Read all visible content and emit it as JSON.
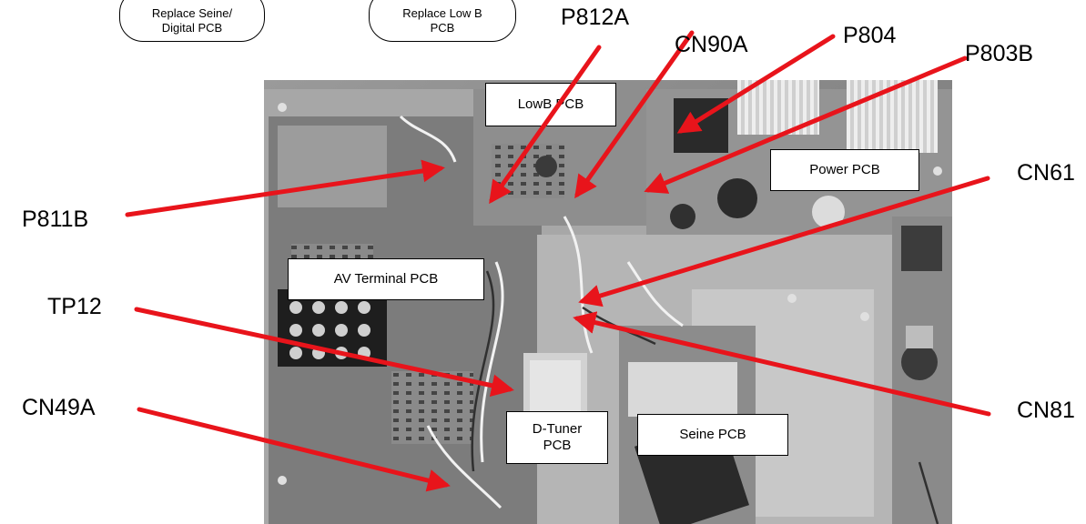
{
  "buttons": {
    "replace_seine": "Replace Seine/\nDigital PCB",
    "replace_lowb": "Replace Low B\nPCB"
  },
  "board_labels": {
    "lowb_pcb": "LowB PCB",
    "power_pcb": "Power PCB",
    "av_terminal_pcb": "AV Terminal PCB",
    "d_tuner_pcb": "D-Tuner\nPCB",
    "seine_pcb": "Seine PCB"
  },
  "connectors": {
    "p812a": "P812A",
    "cn90a": "CN90A",
    "p804": "P804",
    "p803b": "P803B",
    "cn61": "CN61",
    "p811b": "P811B",
    "tp12": "TP12",
    "cn49a": "CN49A",
    "cn81": "CN81"
  },
  "colors": {
    "arrow": "#e8141b",
    "photo_base": "#8c8c8c"
  }
}
